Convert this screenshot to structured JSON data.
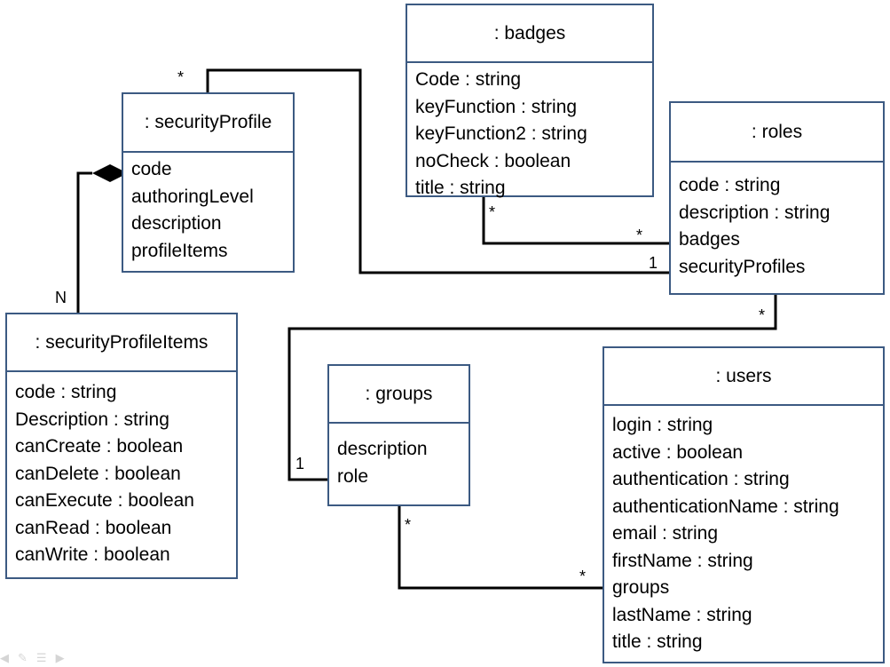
{
  "classes": {
    "badges": {
      "name": ": badges",
      "attributes": [
        "Code : string",
        "keyFunction : string",
        "keyFunction2 : string",
        "noCheck : boolean",
        "title : string"
      ]
    },
    "securityProfile": {
      "name": ": securityProfile",
      "attributes": [
        "code",
        "authoringLevel",
        "description",
        "profileItems"
      ]
    },
    "roles": {
      "name": ": roles",
      "attributes": [
        "code : string",
        "description : string",
        "badges",
        "securityProfiles"
      ]
    },
    "securityProfileItems": {
      "name": ": securityProfileItems",
      "attributes": [
        "code : string",
        "Description : string",
        "canCreate : boolean",
        "canDelete : boolean",
        "canExecute : boolean",
        "canRead : boolean",
        "canWrite : boolean"
      ]
    },
    "groups": {
      "name": ": groups",
      "attributes": [
        "description",
        "role"
      ]
    },
    "users": {
      "name": ": users",
      "attributes": [
        "login : string",
        "active : boolean",
        "authentication : string",
        "authenticationName : string",
        "email : string",
        "firstName : string",
        "groups",
        "lastName : string",
        "title : string"
      ]
    }
  },
  "multiplicities": {
    "securityProfile_to_roles_top": "*",
    "securityProfile_items_N": "N",
    "badges_bottom": "*",
    "roles_badges": "*",
    "roles_securityProfiles": "1",
    "roles_bottom": "*",
    "groups_role": "1",
    "groups_bottom": "*",
    "users_groups": "*"
  },
  "colors": {
    "box_border": "#3c5a82",
    "connector": "#000000",
    "background": "#ffffff"
  },
  "icons": [
    "slide-nav-prev-icon",
    "pen-icon",
    "menu-icon",
    "slide-nav-next-icon"
  ]
}
